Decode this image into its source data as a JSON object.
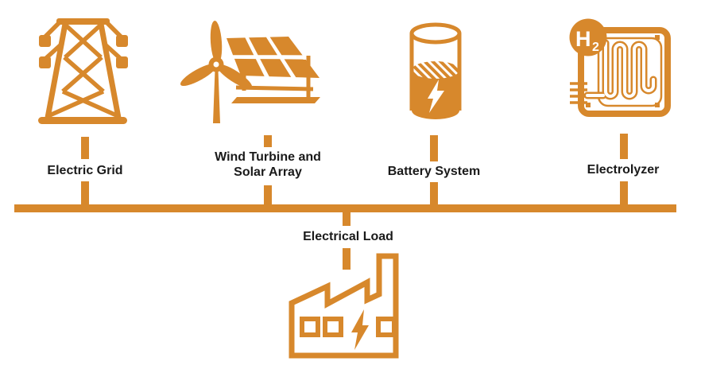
{
  "diagram": {
    "background": "#FFFFFF",
    "accent_color": "#D7882C",
    "label_color": "#1A1A1A",
    "bus": {
      "name": "electrical-bus"
    },
    "nodes": {
      "grid": {
        "label": "Electric Grid",
        "icon": "transmission-tower-icon"
      },
      "wind_solar": {
        "label_line1": "Wind Turbine and",
        "label_line2": "Solar Array",
        "icon": "wind-turbine-and-solar-array-icon"
      },
      "battery": {
        "label": "Battery System",
        "icon": "battery-cell-icon"
      },
      "electrolyzer": {
        "label": "Electrolyzer",
        "icon": "hydrogen-electrolyzer-icon",
        "h2_main": "H",
        "h2_sub": "2"
      },
      "load": {
        "label": "Electrical Load",
        "icon": "factory-icon"
      }
    }
  }
}
